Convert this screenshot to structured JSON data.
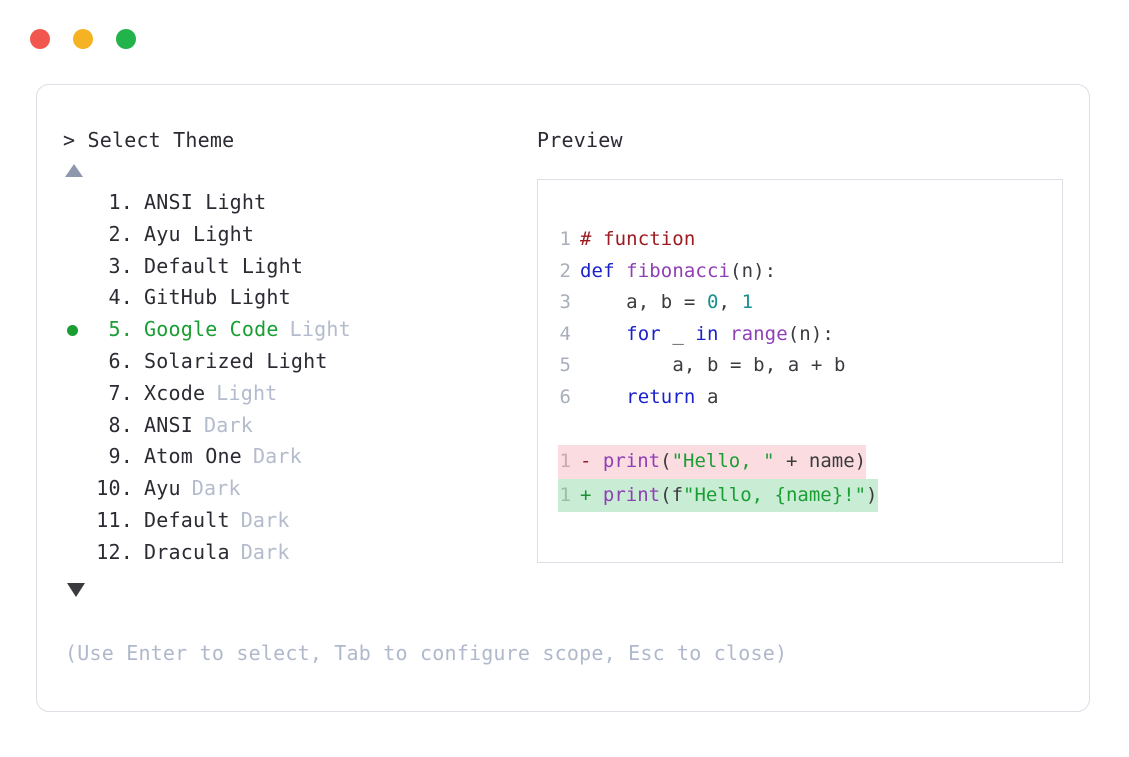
{
  "window": {
    "traffic_lights": [
      {
        "name": "close-button",
        "color": "#f2574f"
      },
      {
        "name": "minimize-button",
        "color": "#f5b324"
      },
      {
        "name": "maximize-button",
        "color": "#22b44a"
      }
    ]
  },
  "selector": {
    "prompt": "> Select Theme",
    "scroll_up_icon": "triangle-up-icon",
    "scroll_down_icon": "triangle-down-icon",
    "selected_index": 5,
    "items": [
      {
        "num": " 1.",
        "name": "ANSI Light",
        "variant": "",
        "selected": false
      },
      {
        "num": " 2.",
        "name": "Ayu Light",
        "variant": "",
        "selected": false
      },
      {
        "num": " 3.",
        "name": "Default Light",
        "variant": "",
        "selected": false
      },
      {
        "num": " 4.",
        "name": "GitHub Light",
        "variant": "",
        "selected": false
      },
      {
        "num": " 5.",
        "name": "Google Code",
        "variant": "Light",
        "selected": true
      },
      {
        "num": " 6.",
        "name": "Solarized Light",
        "variant": "",
        "selected": false
      },
      {
        "num": " 7.",
        "name": "Xcode",
        "variant": "Light",
        "selected": false
      },
      {
        "num": " 8.",
        "name": "ANSI",
        "variant": "Dark",
        "selected": false
      },
      {
        "num": " 9.",
        "name": "Atom One",
        "variant": "Dark",
        "selected": false
      },
      {
        "num": "10.",
        "name": "Ayu",
        "variant": "Dark",
        "selected": false
      },
      {
        "num": "11.",
        "name": "Default",
        "variant": "Dark",
        "selected": false
      },
      {
        "num": "12.",
        "name": "Dracula",
        "variant": "Dark",
        "selected": false
      }
    ],
    "hint": "(Use Enter to select, Tab to configure scope, Esc to close)"
  },
  "preview": {
    "title": "Preview",
    "code_lines": [
      {
        "ln": "1",
        "text": "# function"
      },
      {
        "ln": "2",
        "text": "def fibonacci(n):"
      },
      {
        "ln": "3",
        "text": "    a, b = 0, 1"
      },
      {
        "ln": "4",
        "text": "    for _ in range(n):"
      },
      {
        "ln": "5",
        "text": "        a, b = b, a + b"
      },
      {
        "ln": "6",
        "text": "    return a"
      }
    ],
    "diff_lines": [
      {
        "ln": "1",
        "sign": "-",
        "text": "print(\"Hello, \" + name)",
        "kind": "removed"
      },
      {
        "ln": "1",
        "sign": "+",
        "text": "print(f\"Hello, {name}!\")",
        "kind": "added"
      }
    ],
    "colors": {
      "comment": "#9c1a21",
      "keyword": "#1a21cc",
      "function": "#8f3fb5",
      "number": "#1a8f8f",
      "string": "#1a9e34",
      "diff_removed_bg": "#fbdde1",
      "diff_added_bg": "#c9ecd4"
    }
  }
}
